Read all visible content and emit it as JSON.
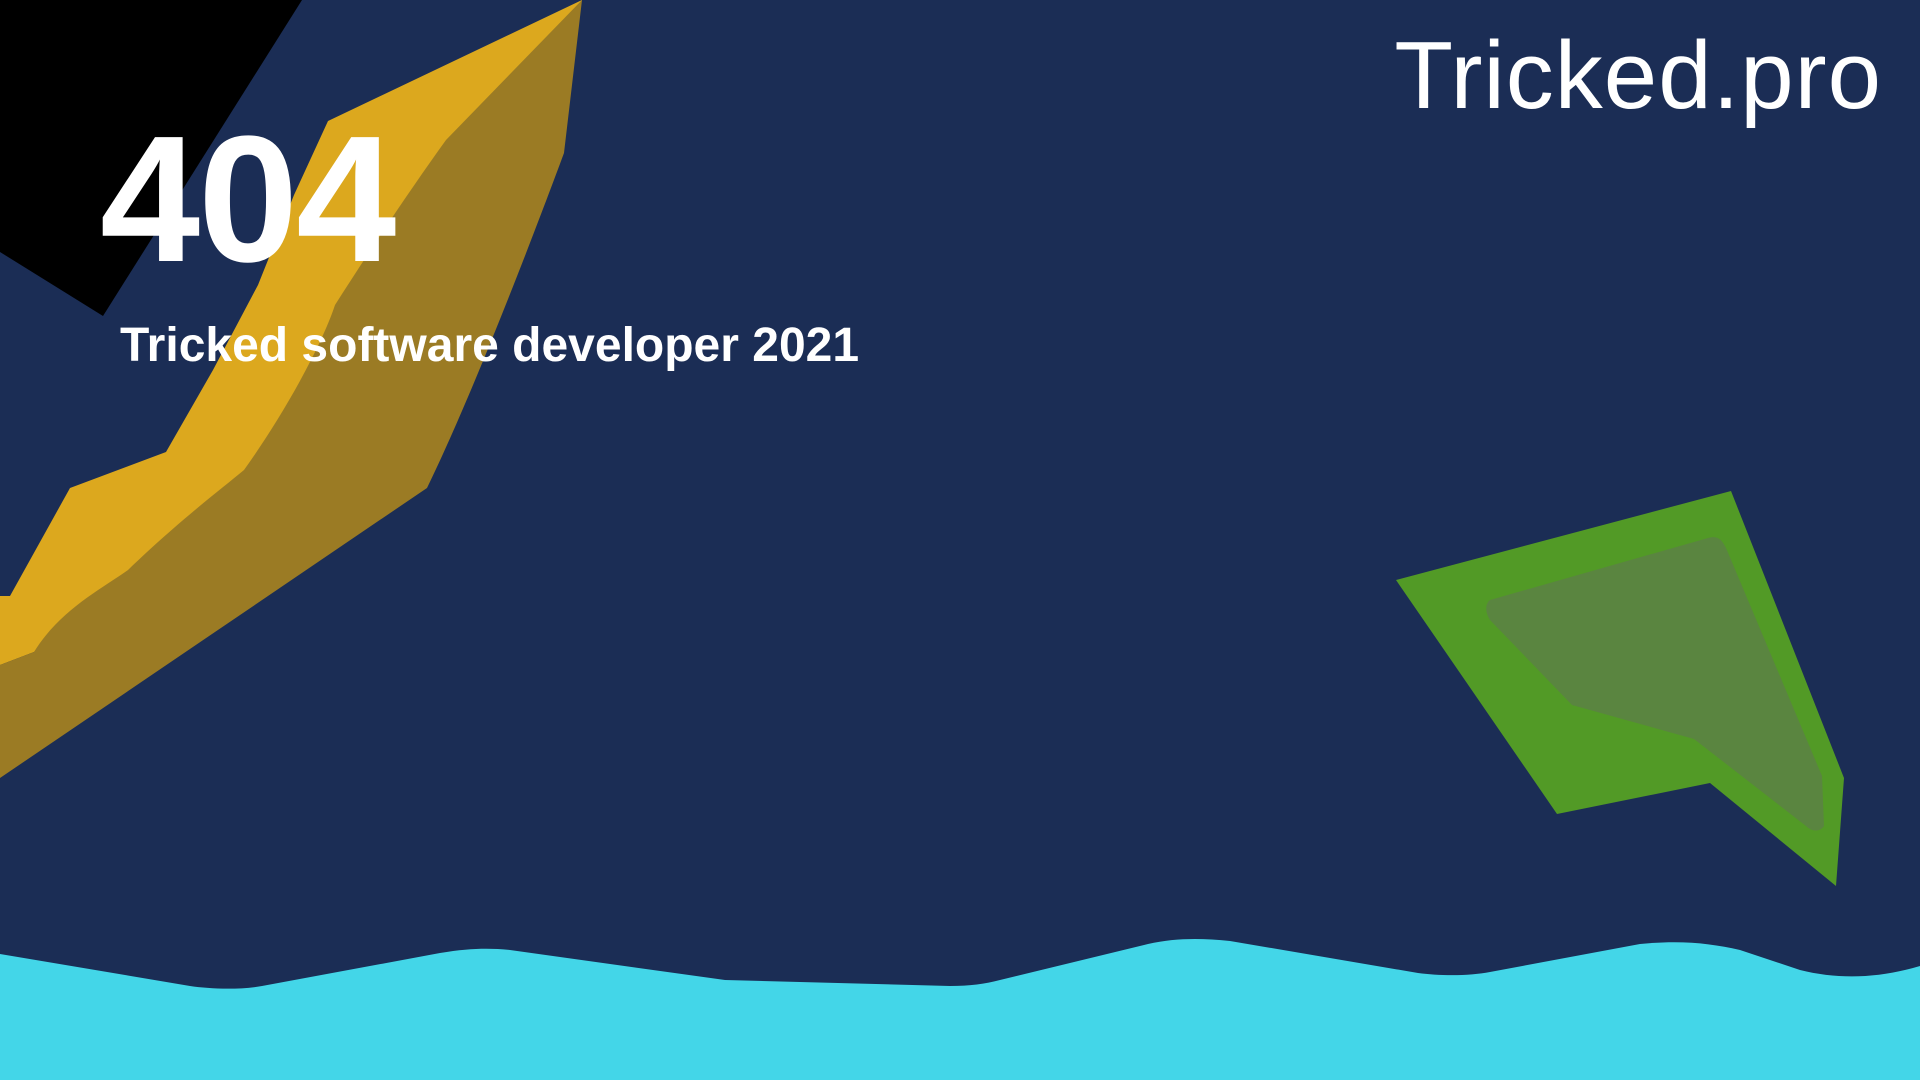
{
  "header": {
    "brand": "Tricked.pro"
  },
  "error": {
    "code": "404",
    "tagline": "Tricked software developer 2021"
  },
  "colors": {
    "background": "#1b2d55",
    "accent_yellow": "#dca81e",
    "accent_yellow_dark": "#9b7b24",
    "accent_green": "#529a26",
    "accent_green_inner": "#5a8540",
    "water": "#43d6e8",
    "corner": "#000000",
    "text": "#ffffff"
  }
}
